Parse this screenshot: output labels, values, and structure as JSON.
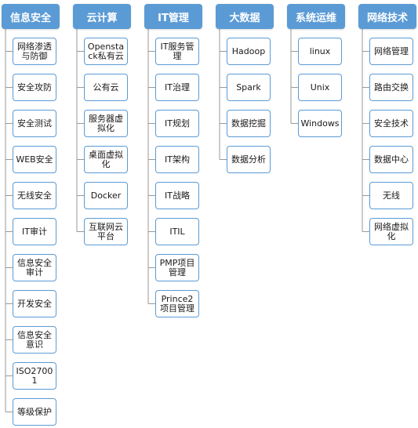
{
  "columns": [
    {
      "title": "信息安全",
      "items": [
        "网络渗透与防御",
        "安全攻防",
        "安全测试",
        "WEB安全",
        "无线安全",
        "IT审计",
        "信息安全审计",
        "开发安全",
        "信息安全意识",
        "ISO27001",
        "等级保护"
      ]
    },
    {
      "title": "云计算",
      "items": [
        "Openstack私有云",
        "公有云",
        "服务器虚拟化",
        "桌面虚拟化",
        "Docker",
        "互联网云平台"
      ]
    },
    {
      "title": "IT管理",
      "items": [
        "IT服务管理",
        "IT治理",
        "IT规划",
        "IT架构",
        "IT战略",
        "ITIL",
        "PMP项目管理",
        "Prince2项目管理"
      ]
    },
    {
      "title": "大数据",
      "items": [
        "Hadoop",
        "Spark",
        "数据挖掘",
        "数据分析"
      ]
    },
    {
      "title": "系统运维",
      "items": [
        "linux",
        "Unix",
        "Windows"
      ]
    },
    {
      "title": "网络技术",
      "items": [
        "网络管理",
        "路由交换",
        "安全技术",
        "数据中心",
        "无线",
        "网络虚拟化"
      ]
    }
  ],
  "colors": {
    "header_bg": "#5b9bd5",
    "header_text": "#ffffff",
    "box_border": "#5b9bd5",
    "connector": "#9a9a9a"
  }
}
